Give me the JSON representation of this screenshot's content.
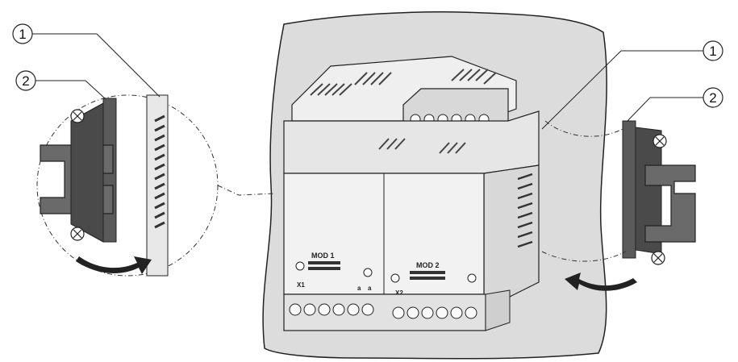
{
  "callouts": {
    "left_1": "1",
    "left_2": "2",
    "right_1": "1",
    "right_2": "2"
  },
  "device": {
    "module_1_label": "MOD 1",
    "module_2_label": "MOD 2",
    "terminal_1_label": "X1",
    "terminal_2_label": "X2",
    "terminal_marks": [
      "a",
      "a"
    ]
  },
  "colors": {
    "wall": "#dcdcdc",
    "device_body": "#f2f2f2",
    "device_shadow": "#d8d8d8",
    "bracket": "#5a5a5a",
    "outline": "#222222"
  }
}
